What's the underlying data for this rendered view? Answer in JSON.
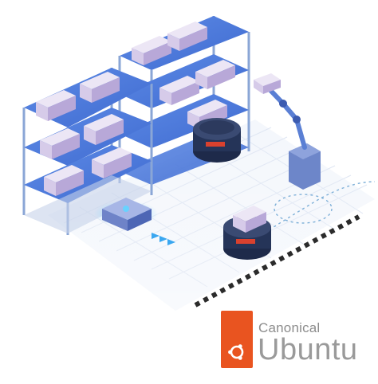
{
  "brand": {
    "company": "Canonical",
    "product": "Ubuntu",
    "badge_color": "#E95420"
  },
  "colors": {
    "rack_blue": "#4f7fe0",
    "rack_post": "#8aa6d6",
    "box_light": "#ece6f5",
    "box_mid": "#d6cbe9",
    "box_dark": "#b8a8d8",
    "robot_dark": "#1e2a4a",
    "robot_label": "#d9412e",
    "floor_grid": "#d9e1f0",
    "arm_blue": "#5a7fd4",
    "path_dotted": "#7fb0d8"
  },
  "icons": [
    "shelving-rack",
    "storage-box",
    "mobile-robot",
    "robot-arm",
    "ubuntu-circle-of-friends"
  ]
}
